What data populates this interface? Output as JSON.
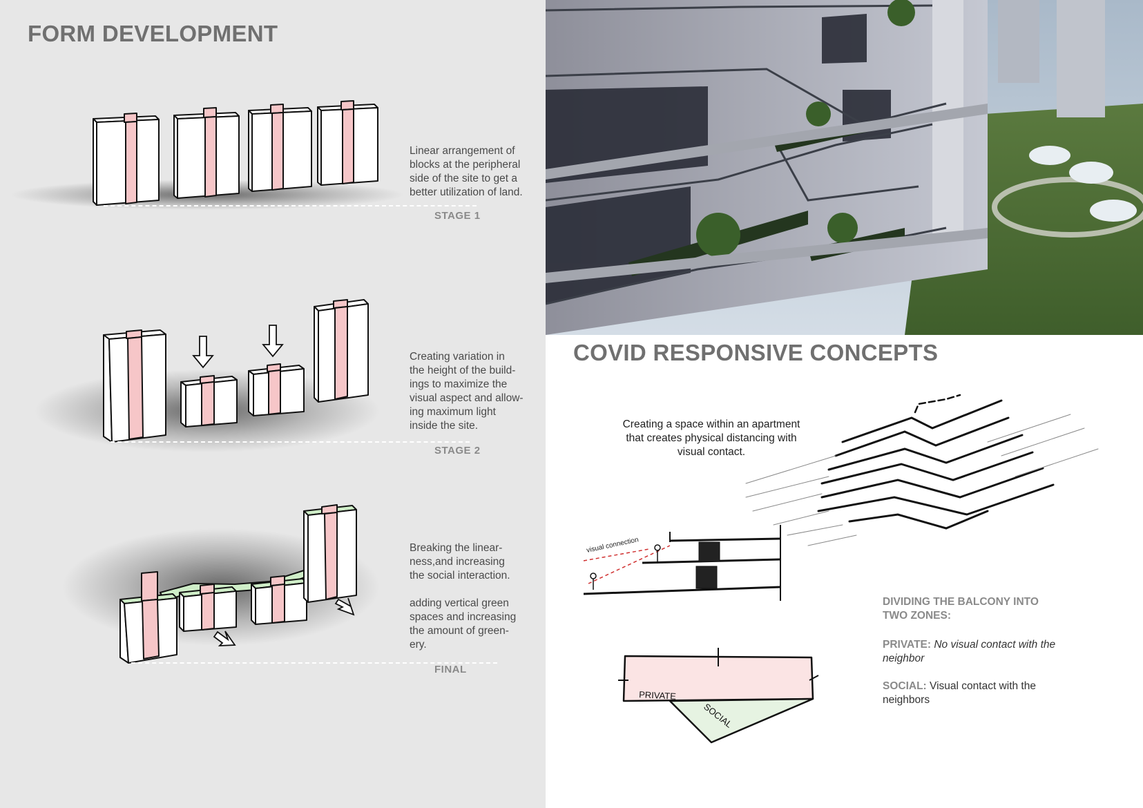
{
  "form_development": {
    "title": "FORM DEVELOPMENT",
    "stages": [
      {
        "label": "STAGE 1",
        "description": "Linear arrangement  of\nblocks at the peripheral\nside of the site to get a\nbetter utilization of land."
      },
      {
        "label": "STAGE 2",
        "description": "Creating variation in\nthe height of the build-\nings to maximize the\nvisual aspect and allow-\ning maximum light\ninside the site."
      },
      {
        "label": "FINAL",
        "description": "Breaking the linear-\nness,and increasing\nthe social interaction.\n\nadding vertical green\nspaces and increasing\nthe amount of green-\nery."
      }
    ]
  },
  "covid": {
    "title": "COVID RESPONSIVE CONCEPTS",
    "caption": "Creating a space within an apartment\nthat creates physical distancing with\nvisual contact.",
    "section_label": "visual connection",
    "plan_labels": {
      "private": "PRIVATE",
      "social": "SOCIAL"
    },
    "balcony_heading": "DIVIDING THE BALCONY INTO\nTWO ZONES:",
    "zones": [
      {
        "key": "PRIVATE:",
        "desc": "No visual contact with the neighbor",
        "italic": true
      },
      {
        "key": "SOCIAL:",
        "desc": "Visual contact with the neighbors",
        "italic": false
      }
    ]
  },
  "colors": {
    "panel_background": "#e7e7e7",
    "core_pink": "#f6c6c8",
    "green_space": "#cfeec8",
    "private_zone": "#fbe4e4",
    "social_zone": "#e6f3e2",
    "title_gray": "#707070"
  }
}
